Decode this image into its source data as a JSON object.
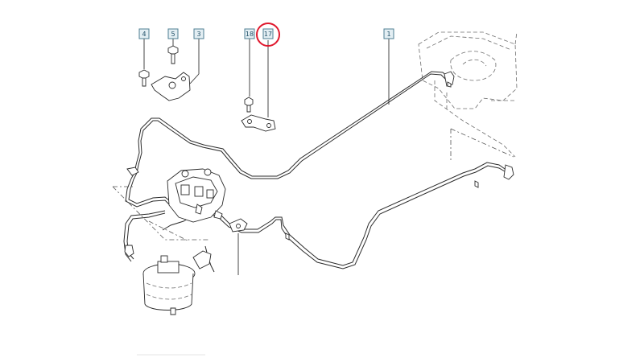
{
  "callouts": [
    {
      "id": "4",
      "label": "4"
    },
    {
      "id": "5",
      "label": "5"
    },
    {
      "id": "3",
      "label": "3"
    },
    {
      "id": "18",
      "label": "18"
    },
    {
      "id": "17",
      "label": "17",
      "highlighted": true
    },
    {
      "id": "1",
      "label": "1"
    }
  ],
  "colors": {
    "callout_fill": "#e3eef3",
    "callout_stroke": "#4f7f93",
    "callout_text": "#1f4e66",
    "highlight_ring": "#e0182d",
    "line": "#2b2b2b"
  }
}
